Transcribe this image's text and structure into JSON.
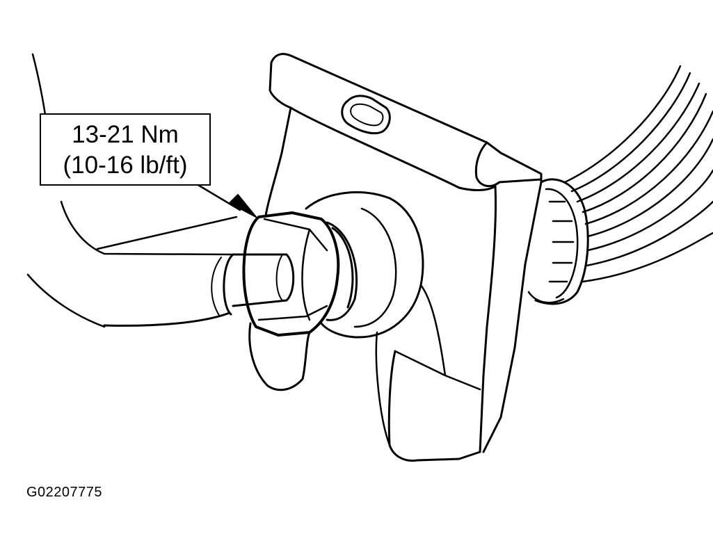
{
  "callout": {
    "torque_metric": "13-21 Nm",
    "torque_imperial": "(10-16 lb/ft)"
  },
  "figure": {
    "id": "G02207775"
  },
  "colors": {
    "ink": "#000000",
    "paper": "#ffffff"
  },
  "icons": {
    "leader_arrow": "arrowhead"
  }
}
